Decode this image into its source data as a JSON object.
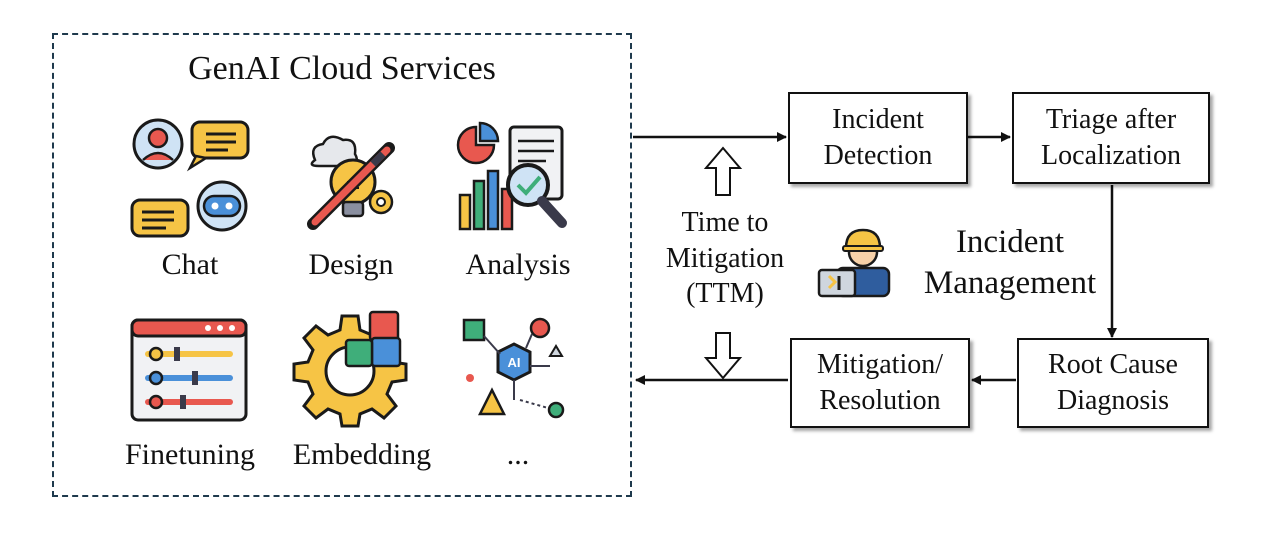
{
  "services": {
    "title": "GenAI Cloud Services",
    "items": [
      {
        "label": "Chat",
        "icon": "chat-icon"
      },
      {
        "label": "Design",
        "icon": "design-icon"
      },
      {
        "label": "Analysis",
        "icon": "analysis-icon"
      },
      {
        "label": "Finetuning",
        "icon": "finetuning-icon"
      },
      {
        "label": "Embedding",
        "icon": "embedding-icon"
      },
      {
        "label": "...",
        "icon": "ai-network-icon"
      }
    ]
  },
  "ttm_label": "Time to\nMitigation\n(TTM)",
  "incident_management_label": "Incident\nManagement",
  "pipeline": {
    "detection": "Incident\nDetection",
    "triage": "Triage after\nLocalization",
    "diagnosis": "Root Cause\nDiagnosis",
    "mitigation": "Mitigation/\nResolution"
  },
  "colors": {
    "frame": "#1f3a4d",
    "yellow": "#f6c445",
    "blue": "#4a90d9",
    "red": "#e8584f",
    "green": "#3fae7a",
    "dark": "#3a3a4a"
  }
}
